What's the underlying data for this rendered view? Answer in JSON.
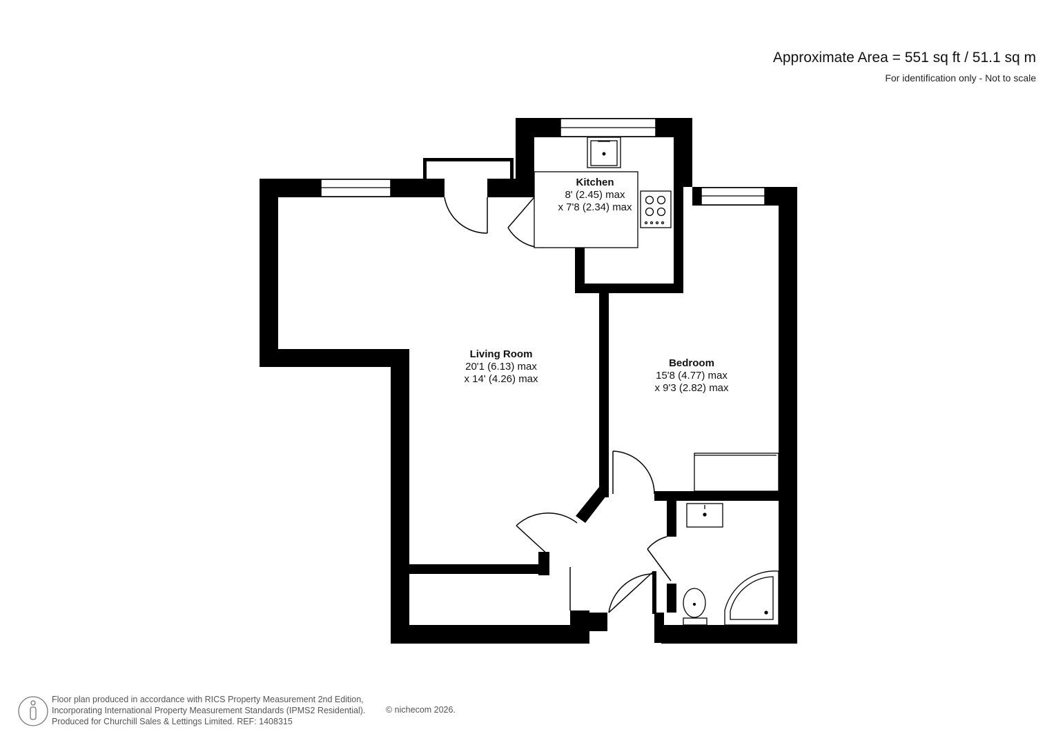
{
  "header": {
    "area": "Approximate Area = 551 sq ft / 51.1 sq m",
    "note": "For identification only - Not to scale"
  },
  "rooms": {
    "kitchen": {
      "name": "Kitchen",
      "dim1": "8' (2.45) max",
      "dim2": "x 7'8 (2.34) max"
    },
    "living": {
      "name": "Living Room",
      "dim1": "20'1 (6.13) max",
      "dim2": "x 14' (4.26) max"
    },
    "bedroom": {
      "name": "Bedroom",
      "dim1": "15'8 (4.77) max",
      "dim2": "x 9'3 (2.82) max"
    }
  },
  "footer": {
    "line1": "Floor plan produced in accordance with RICS Property Measurement 2nd Edition,",
    "line2": "Incorporating International Property Measurement Standards (IPMS2 Residential).",
    "line3": "Produced for Churchill Sales & Lettings Limited.   REF: 1408315",
    "copyright": "© nichecom 2026."
  },
  "colors": {
    "wall": "#000000",
    "window": "#ffffff",
    "text": "#111111",
    "footer_text": "#555555"
  }
}
